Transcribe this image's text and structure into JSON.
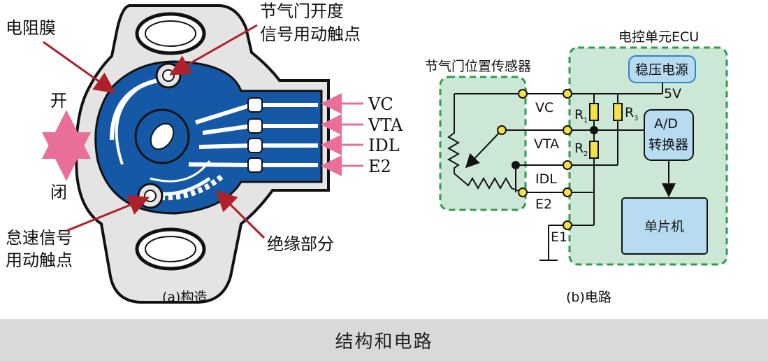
{
  "structure": {
    "label_resistive_film": "电阻膜",
    "label_throttle_contact_1": "节气门开度",
    "label_throttle_contact_2": "信号用动触点",
    "label_open": "开",
    "label_close": "闭",
    "label_idle_contact_1": "怠速信号",
    "label_idle_contact_2": "用动触点",
    "label_insulation": "绝缘部分",
    "pins": [
      "VC",
      "VTA",
      "IDL",
      "E2"
    ],
    "caption": "(a)构造"
  },
  "circuit": {
    "sensor_label": "节气门位置传感器",
    "ecu_label": "电控单元ECU",
    "regulator_label": "稳压电源",
    "voltage_label": "5V",
    "pin_vc": "VC",
    "pin_vta": "VTA",
    "pin_idl": "IDL",
    "pin_e2": "E2",
    "pin_e1": "E1",
    "r1": "R",
    "r1_sub": "1",
    "r2": "R",
    "r2_sub": "2",
    "r3": "R",
    "r3_sub": "3",
    "adc_line1": "A/D",
    "adc_line2": "转换器",
    "mcu_label": "单片机",
    "caption": "(b)电路"
  },
  "footer": {
    "title": "结构和电路"
  },
  "colors": {
    "sensor_blue": "#1558a6",
    "body_gray": "#e4e4e4",
    "leader": "#b0202a",
    "arrow_pink": "#e96f9a",
    "green_fill": "#cde7d6",
    "green_border": "#2e9c4a",
    "box_blue": "#b7dcf2",
    "node_yellow": "#f5e14a",
    "resistor_yellow": "#f5e14a"
  }
}
